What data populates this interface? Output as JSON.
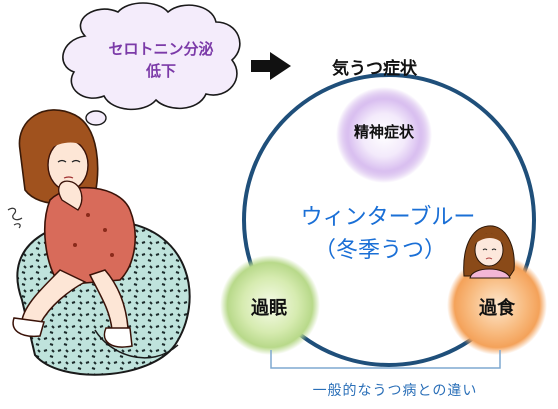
{
  "thought": {
    "line1": "セロトニン分泌",
    "line2": "低下"
  },
  "result_label": "気うつ症状",
  "cycle": {
    "top": "精神症状",
    "center_line1": "ウィンターブルー",
    "center_line2": "（冬季うつ）",
    "left": "過眠",
    "right": "過食"
  },
  "caption": "一般的なうつ病との違い",
  "colors": {
    "bubble_text": "#7b3aa8",
    "center_text": "#1a6fd6",
    "circle_stroke": "#1f4f7a",
    "top_glow": "#b98be0",
    "left_glow": "#b8d98a",
    "right_glow": "#f4a25a",
    "caption": "#2a6fb8"
  }
}
